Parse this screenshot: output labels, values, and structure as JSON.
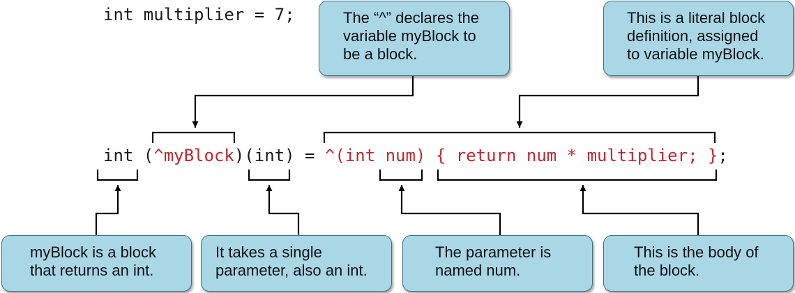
{
  "code": {
    "declaration": "int multiplier = 7;",
    "block_line": {
      "t1": "int (",
      "t2": "^myBlock",
      "t3": ")(int) = ",
      "t4": "^(int num) { return num * multiplier; }",
      "t5": ";"
    }
  },
  "callouts": {
    "caret": [
      "The “^” declares the",
      "variable myBlock to",
      "be a block."
    ],
    "literal": [
      "This is a literal block",
      "definition, assigned",
      "to variable myBlock."
    ],
    "returns": [
      "myBlock is a block",
      "that returns an int."
    ],
    "param": [
      "It takes a single",
      "parameter, also an int."
    ],
    "param_name": [
      "The parameter is",
      "named num."
    ],
    "body": [
      "This is the body of",
      "the block."
    ]
  },
  "colors": {
    "callout_fill": "#a9d7e6",
    "callout_border": "#3f6f82",
    "highlight_code": "#c0282f",
    "line": "#000000"
  }
}
